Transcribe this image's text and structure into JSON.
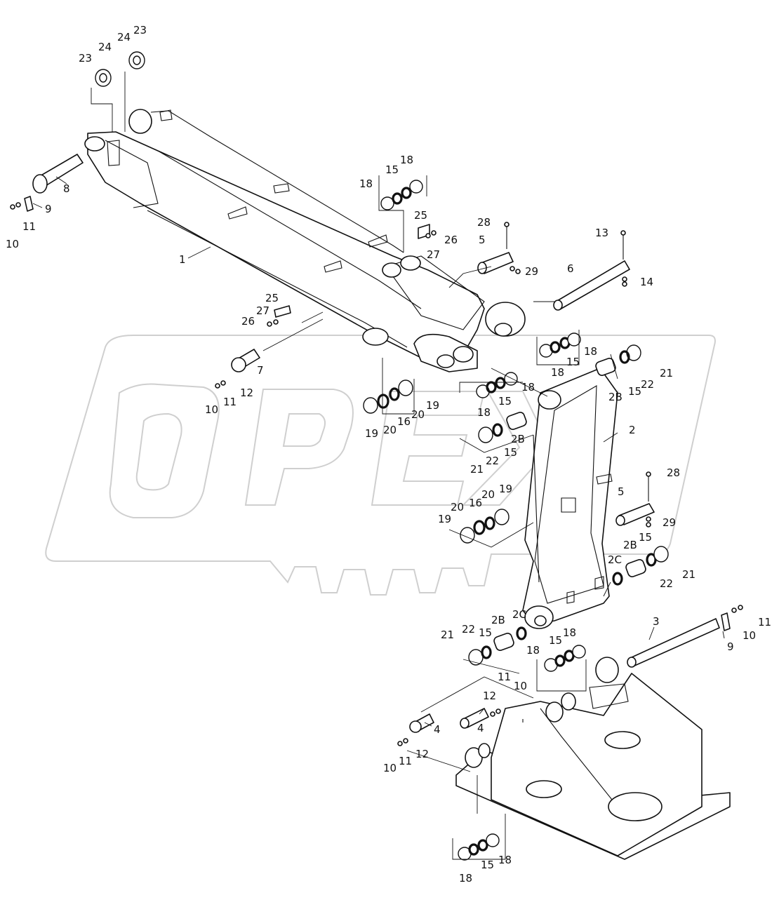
{
  "diagram": {
    "type": "exploded-parts-diagram",
    "watermark": "OPEX",
    "callouts": [
      {
        "id": "c23a",
        "text": "23"
      },
      {
        "id": "c24a",
        "text": "24"
      },
      {
        "id": "c24b",
        "text": "24"
      },
      {
        "id": "c23b",
        "text": "23"
      },
      {
        "id": "c8",
        "text": "8"
      },
      {
        "id": "c9a",
        "text": "9"
      },
      {
        "id": "c11a",
        "text": "11"
      },
      {
        "id": "c10a",
        "text": "10"
      },
      {
        "id": "c1",
        "text": "1"
      },
      {
        "id": "c18a",
        "text": "18"
      },
      {
        "id": "c15a",
        "text": "15"
      },
      {
        "id": "c18b",
        "text": "18"
      },
      {
        "id": "c25a",
        "text": "25"
      },
      {
        "id": "c26a",
        "text": "26"
      },
      {
        "id": "c27a",
        "text": "27"
      },
      {
        "id": "c28a",
        "text": "28"
      },
      {
        "id": "c5a",
        "text": "5"
      },
      {
        "id": "c29a",
        "text": "29"
      },
      {
        "id": "c13",
        "text": "13"
      },
      {
        "id": "c6",
        "text": "6"
      },
      {
        "id": "c14",
        "text": "14"
      },
      {
        "id": "c25b",
        "text": "25"
      },
      {
        "id": "c27b",
        "text": "27"
      },
      {
        "id": "c26b",
        "text": "26"
      },
      {
        "id": "c7",
        "text": "7"
      },
      {
        "id": "c12a",
        "text": "12"
      },
      {
        "id": "c11b",
        "text": "11"
      },
      {
        "id": "c10b",
        "text": "10"
      },
      {
        "id": "c18c",
        "text": "18"
      },
      {
        "id": "c18d",
        "text": "18"
      },
      {
        "id": "c15b",
        "text": "15"
      },
      {
        "id": "c21a",
        "text": "21"
      },
      {
        "id": "c22a",
        "text": "22"
      },
      {
        "id": "c15c",
        "text": "15"
      },
      {
        "id": "c2Ba",
        "text": "2B"
      },
      {
        "id": "c18e",
        "text": "18"
      },
      {
        "id": "c15d",
        "text": "15"
      },
      {
        "id": "c18f",
        "text": "18"
      },
      {
        "id": "c19a",
        "text": "19"
      },
      {
        "id": "c20a",
        "text": "20"
      },
      {
        "id": "c16a",
        "text": "16"
      },
      {
        "id": "c20b",
        "text": "20"
      },
      {
        "id": "c19b",
        "text": "19"
      },
      {
        "id": "c2Bb",
        "text": "2B"
      },
      {
        "id": "c15e",
        "text": "15"
      },
      {
        "id": "c22b",
        "text": "22"
      },
      {
        "id": "c21b",
        "text": "21"
      },
      {
        "id": "c2",
        "text": "2"
      },
      {
        "id": "c28b",
        "text": "28"
      },
      {
        "id": "c5b",
        "text": "5"
      },
      {
        "id": "c29b",
        "text": "29"
      },
      {
        "id": "c20c",
        "text": "20"
      },
      {
        "id": "c19c",
        "text": "19"
      },
      {
        "id": "c16b",
        "text": "16"
      },
      {
        "id": "c20d",
        "text": "20"
      },
      {
        "id": "c19d",
        "text": "19"
      },
      {
        "id": "c15f",
        "text": "15"
      },
      {
        "id": "c2Bc",
        "text": "2B"
      },
      {
        "id": "c2Ca",
        "text": "2C"
      },
      {
        "id": "c22c",
        "text": "22"
      },
      {
        "id": "c21c",
        "text": "21"
      },
      {
        "id": "c3",
        "text": "3"
      },
      {
        "id": "c11c",
        "text": "11"
      },
      {
        "id": "c10c",
        "text": "10"
      },
      {
        "id": "c9b",
        "text": "9"
      },
      {
        "id": "c21d",
        "text": "21"
      },
      {
        "id": "c22d",
        "text": "22"
      },
      {
        "id": "c15g",
        "text": "15"
      },
      {
        "id": "c2Bd",
        "text": "2B"
      },
      {
        "id": "c2Cb",
        "text": "2C"
      },
      {
        "id": "c18g",
        "text": "18"
      },
      {
        "id": "c15h",
        "text": "15"
      },
      {
        "id": "c18h",
        "text": "18"
      },
      {
        "id": "c11d",
        "text": "11"
      },
      {
        "id": "c10d",
        "text": "10"
      },
      {
        "id": "c12b",
        "text": "12"
      },
      {
        "id": "c4a",
        "text": "4"
      },
      {
        "id": "c4b",
        "text": "4"
      },
      {
        "id": "c12c",
        "text": "12"
      },
      {
        "id": "c11e",
        "text": "11"
      },
      {
        "id": "c10e",
        "text": "10"
      },
      {
        "id": "c18i",
        "text": "18"
      },
      {
        "id": "c15i",
        "text": "15"
      },
      {
        "id": "c18j",
        "text": "18"
      }
    ]
  }
}
